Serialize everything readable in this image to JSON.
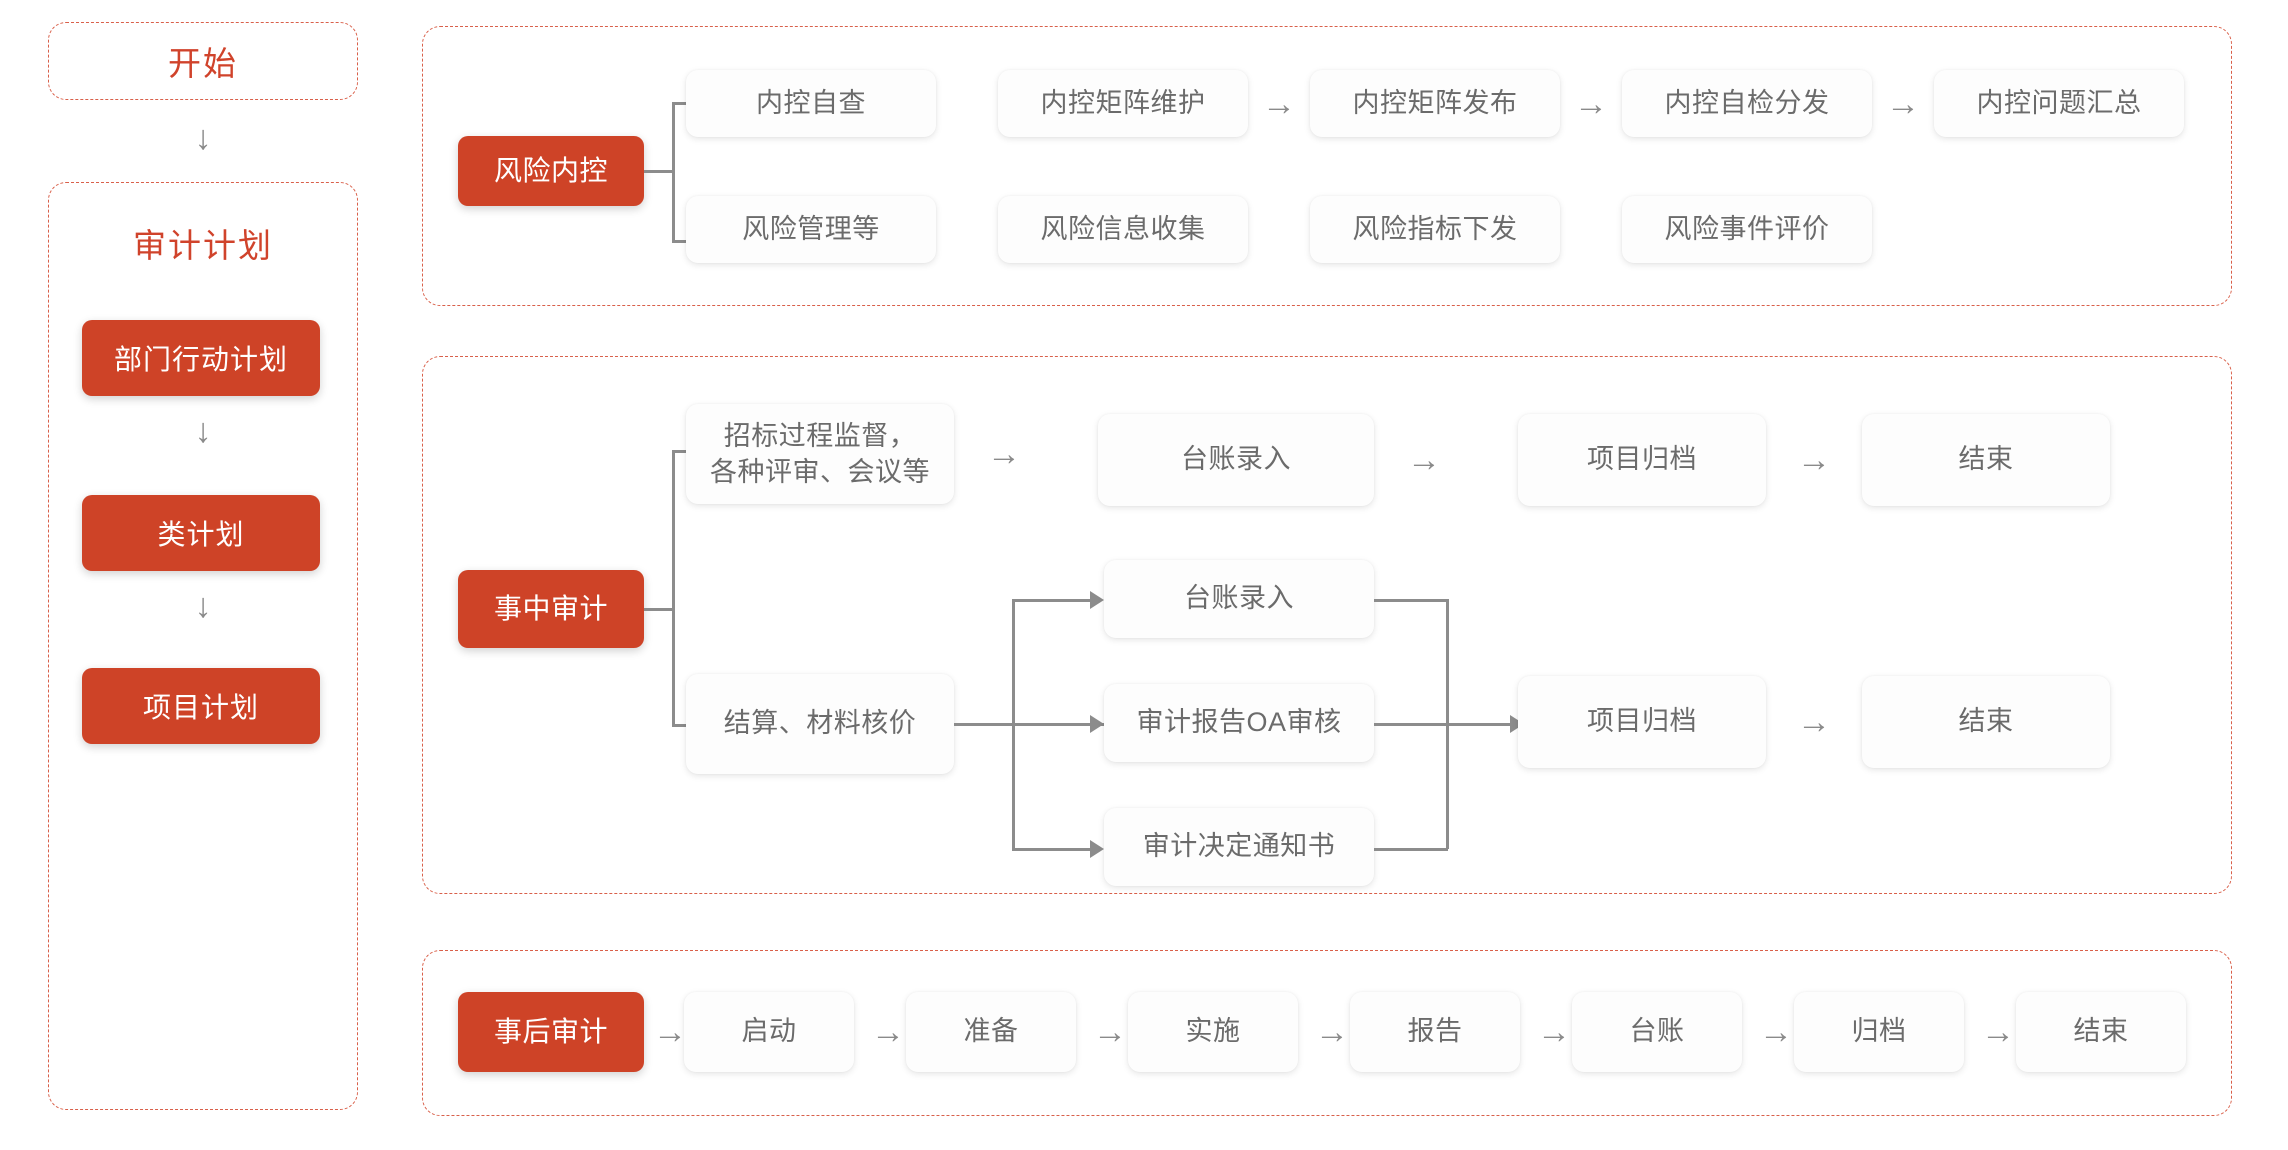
{
  "meta": {
    "title": "审计流程图",
    "accent_red": "#ce4327",
    "dashed_border": "#d9604a",
    "node_text": "#6b6b6b",
    "connector": "#8c8c8c"
  },
  "sidebar": {
    "start": {
      "label": "开始"
    },
    "arrow_to_plan": "↓",
    "plan": {
      "title": "审计计划",
      "steps": [
        {
          "label": "部门行动计划"
        },
        {
          "label": "类计划"
        },
        {
          "label": "项目计划"
        }
      ],
      "arrows": [
        "↓",
        "↓"
      ]
    }
  },
  "panels": [
    {
      "key": "risk-internal-control",
      "root": {
        "label": "风险内控"
      },
      "rows": [
        {
          "key": "row-internal-control",
          "nodes": [
            {
              "label": "内控自查"
            },
            {
              "label": "内控矩阵维护"
            },
            {
              "label": "内控矩阵发布"
            },
            {
              "label": "内控自检分发"
            },
            {
              "label": "内控问题汇总"
            }
          ],
          "arrows": [
            "",
            "→",
            "→",
            "→"
          ]
        },
        {
          "key": "row-risk",
          "nodes": [
            {
              "label": "风险管理等"
            },
            {
              "label": "风险信息收集"
            },
            {
              "label": "风险指标下发"
            },
            {
              "label": "风险事件评价"
            }
          ],
          "arrows": [
            "",
            "",
            ""
          ]
        }
      ]
    },
    {
      "key": "during-audit",
      "root": {
        "label": "事中审计"
      },
      "branch_top": {
        "first": {
          "label": "招标过程监督，\n各种评审、会议等"
        },
        "chain": [
          {
            "label": "台账录入"
          },
          {
            "label": "项目归档"
          },
          {
            "label": "结束"
          }
        ],
        "arrows": [
          "→",
          "→",
          "→"
        ]
      },
      "branch_bottom": {
        "first": {
          "label": "结算、材料核价"
        },
        "fan": [
          {
            "label": "台账录入"
          },
          {
            "label": "审计报告OA审核"
          },
          {
            "label": "审计决定通知书"
          }
        ],
        "merge_chain": [
          {
            "label": "项目归档"
          },
          {
            "label": "结束"
          }
        ],
        "arrows": [
          "→"
        ]
      }
    },
    {
      "key": "post-audit",
      "root": {
        "label": "事后审计"
      },
      "chain": [
        {
          "label": "启动"
        },
        {
          "label": "准备"
        },
        {
          "label": "实施"
        },
        {
          "label": "报告"
        },
        {
          "label": "台账"
        },
        {
          "label": "归档"
        },
        {
          "label": "结束"
        }
      ],
      "arrows": [
        "→",
        "→",
        "→",
        "→",
        "→",
        "→",
        "→"
      ]
    }
  ]
}
